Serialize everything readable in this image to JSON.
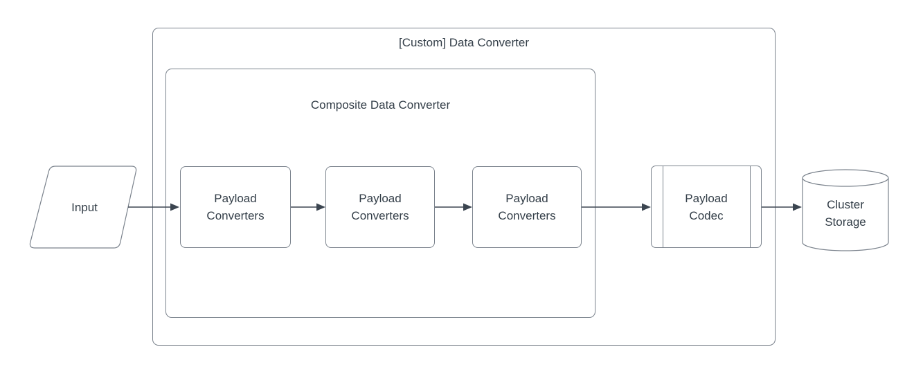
{
  "colors": {
    "background": "#ffffff",
    "stroke": "#7a828c",
    "arrow": "#3b4550",
    "text": "#333e48"
  },
  "diagram": {
    "title": "[Custom] Data Converter",
    "subgroup_title": "Composite Data Converter",
    "nodes": {
      "input": {
        "label": "Input",
        "shape": "parallelogram"
      },
      "converter1": {
        "label": "Payload Converters",
        "shape": "rounded-rectangle"
      },
      "converter2": {
        "label": "Payload Converters",
        "shape": "rounded-rectangle"
      },
      "converter3": {
        "label": "Payload Converters",
        "shape": "rounded-rectangle"
      },
      "codec": {
        "label": "Payload Codec",
        "shape": "predefined-process"
      },
      "storage": {
        "label": "Cluster Storage",
        "shape": "cylinder"
      }
    },
    "edges": [
      {
        "from": "input",
        "to": "converter1"
      },
      {
        "from": "converter1",
        "to": "converter2"
      },
      {
        "from": "converter2",
        "to": "converter3"
      },
      {
        "from": "converter3",
        "to": "codec"
      },
      {
        "from": "codec",
        "to": "storage"
      }
    ]
  }
}
